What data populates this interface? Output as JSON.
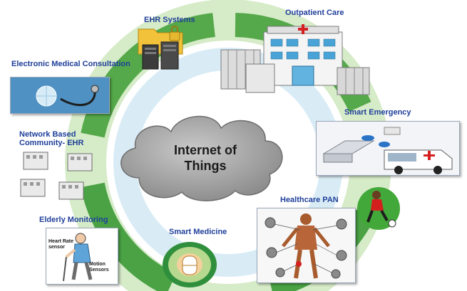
{
  "center": {
    "line1": "Internet of",
    "line2": "Things"
  },
  "labels": {
    "ehr_systems": "EHR Systems",
    "outpatient_care": "Outpatient Care",
    "electronic_medical_consultation": "Electronic Medical Consultation",
    "network_based_ehr": "Network Based Community- EHR",
    "smart_emergency": "Smart Emergency",
    "healthcare_pan": "Healthcare PAN",
    "elderly_monitoring": "Elderly Monitoring",
    "smart_medicine": "Smart Medicine"
  },
  "elderly_notes": {
    "heart_rate": "Heart Rate sensor",
    "motion": "Motion Sensors"
  },
  "colors": {
    "label_text": "#1f3f9a",
    "ring_green": "#3f9e3a",
    "ring_pale": "#cfe7bf",
    "cloud": "#9b9b9b"
  }
}
